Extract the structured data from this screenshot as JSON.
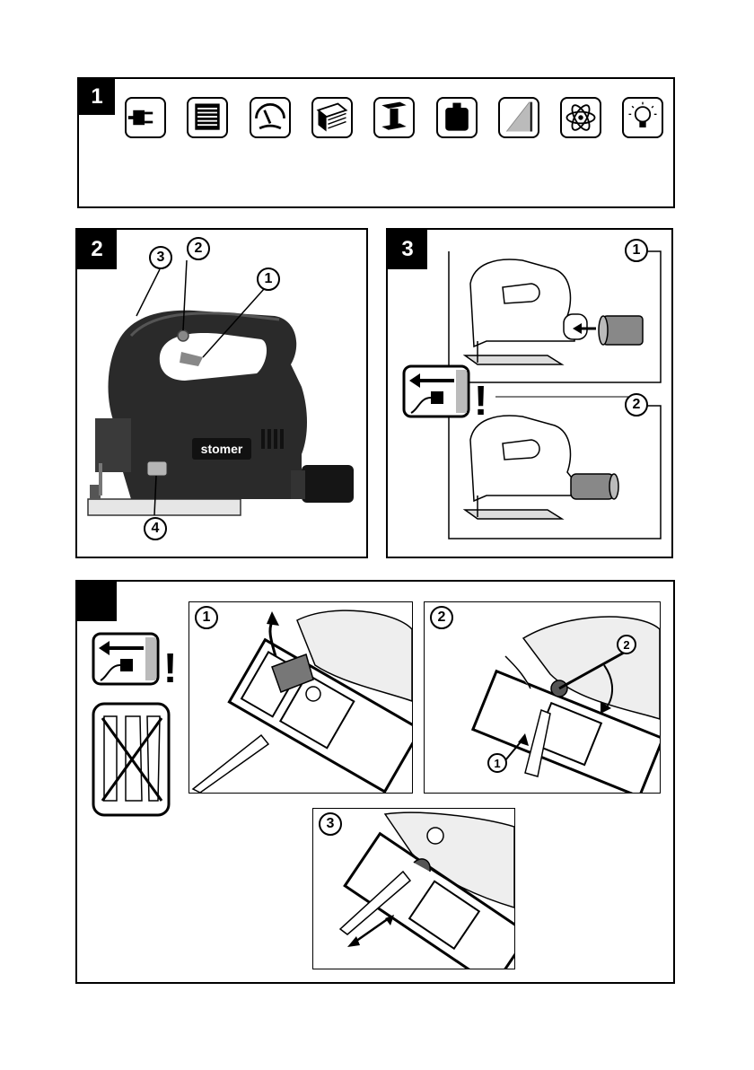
{
  "figure1": {
    "number": "1",
    "icons": [
      "plug-icon",
      "motor-icon",
      "speed-gauge-icon",
      "wood-icon",
      "metal-profile-icon",
      "weight-icon",
      "dust-icon",
      "vibration-icon",
      "lightbulb-icon"
    ]
  },
  "figure2": {
    "number": "2",
    "brand": "stomer",
    "callouts": [
      "3",
      "2",
      "1",
      "4"
    ]
  },
  "figure3": {
    "number": "3",
    "callouts": [
      "1",
      "2"
    ],
    "warning": "!"
  },
  "figure4": {
    "number": "",
    "warning": "!",
    "steps": [
      "1",
      "2",
      "3"
    ],
    "step2_callouts": [
      "2",
      "1"
    ]
  }
}
